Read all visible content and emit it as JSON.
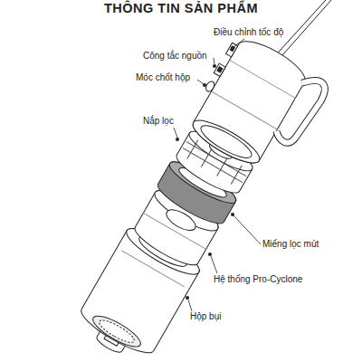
{
  "diagram": {
    "title": "THÔNG TIN SẢN PHẨM",
    "labels": [
      "Điều chỉnh tốc độ",
      "Công tắc nguồn",
      "Móc chốt hộp",
      "Nắp lọc",
      "Miếng lọc mút",
      "Hệ thống Pro-Cyclone",
      "Hộp bụi"
    ]
  }
}
